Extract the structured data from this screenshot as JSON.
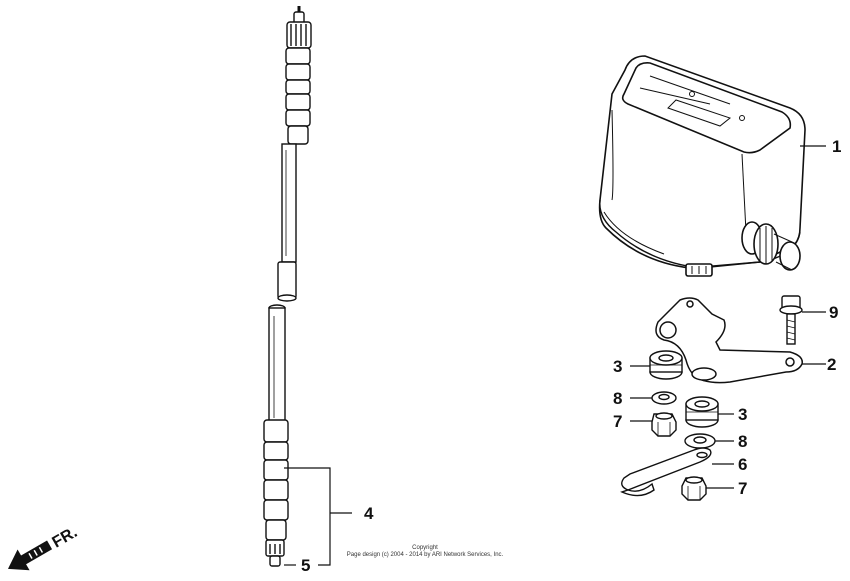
{
  "callouts": {
    "c1": "1",
    "c2": "2",
    "c3a": "3",
    "c3b": "3",
    "c4": "4",
    "c5": "5",
    "c6": "6",
    "c7a": "7",
    "c7b": "7",
    "c8a": "8",
    "c8b": "8",
    "c9": "9"
  },
  "direction_label": "FR.",
  "copyright": {
    "title": "Copyright",
    "line": "Page design (c) 2004 - 2014 by ARI Network Services, Inc."
  }
}
